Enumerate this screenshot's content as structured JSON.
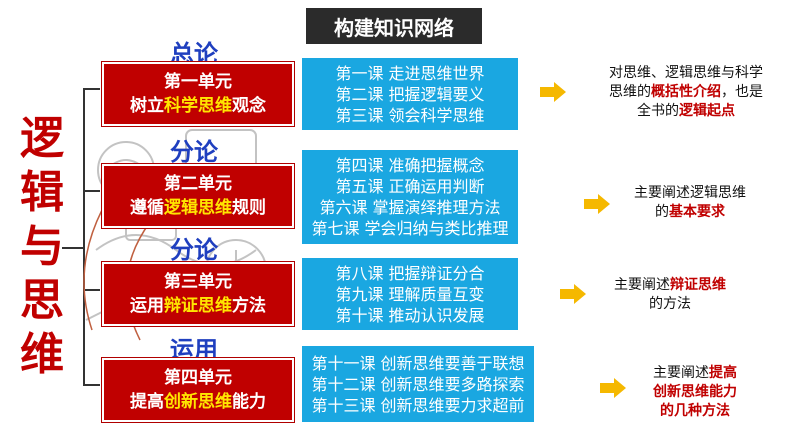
{
  "header": {
    "title": "构建知识网络"
  },
  "main_title": [
    "逻",
    "辑",
    "与",
    "思",
    "维"
  ],
  "categories": {
    "c1": "总论",
    "c2": "分论",
    "c3": "分论",
    "c4": "运用"
  },
  "units": [
    {
      "name": "第一单元",
      "pre": "树立",
      "hl": "科学思维",
      "post": "观念"
    },
    {
      "name": "第二单元",
      "pre": "遵循",
      "hl": "逻辑思维",
      "post": "规则"
    },
    {
      "name": "第三单元",
      "pre": "运用",
      "hl": "辩证思维",
      "post": "方法"
    },
    {
      "name": "第四单元",
      "pre": "提高",
      "hl": "创新思维",
      "post": "能力"
    }
  ],
  "lessons": [
    [
      "第一课  走进思维世界",
      "第二课  把握逻辑要义",
      "第三课  领会科学思维"
    ],
    [
      "第四课  准确把握概念",
      "第五课  正确运用判断",
      "第六课  掌握演绎推理方法",
      "第七课  学会归纳与类比推理"
    ],
    [
      "第八课  把握辩证分合",
      "第九课  理解质量互变",
      "第十课  推动认识发展"
    ],
    [
      "第十一课  创新思维要善于联想",
      "第十二课  创新思维要多路探索",
      "第十三课  创新思维要力求超前"
    ]
  ],
  "descriptions": {
    "d1": {
      "l1": "对思维、逻辑思维与科学",
      "l2a": "思维的",
      "l2b": "概括性介绍",
      "l2c": "，也是",
      "l3a": "全书的",
      "l3b": "逻辑起点"
    },
    "d2": {
      "l1": "主要阐述逻辑思维",
      "l2a": "的",
      "l2b": "基本要求"
    },
    "d3": {
      "l1a": "主要阐述",
      "l1b": "辩证思维",
      "l2": "的方法"
    },
    "d4": {
      "l1a": "主要阐述",
      "l1b": "提高",
      "l2": "创新思维能力",
      "l3": "的几种方法"
    }
  },
  "colors": {
    "red": "#c00000",
    "blue": "#1aa7e1",
    "navy": "#1f3fbf",
    "arrow": "#f5b800"
  }
}
